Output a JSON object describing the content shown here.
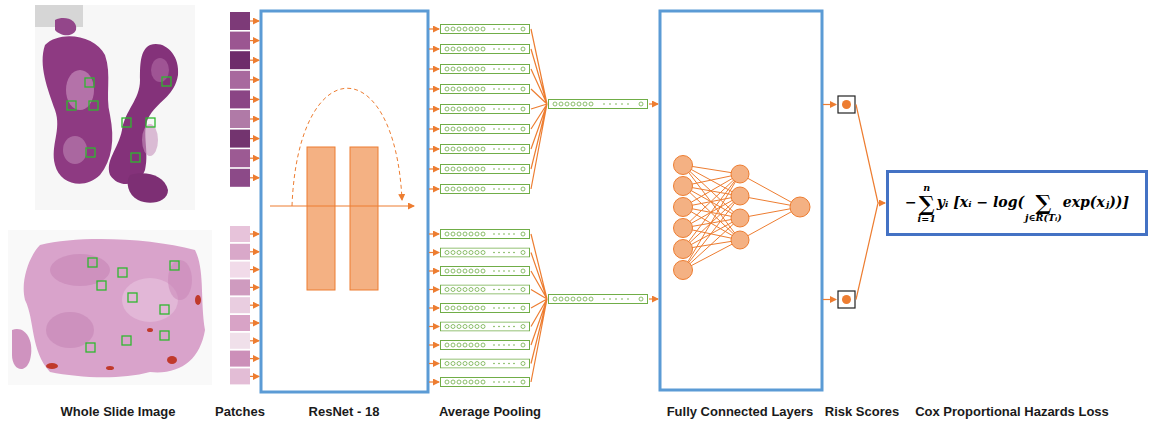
{
  "diagram": {
    "nodes": [
      {
        "text": [
          "−",
          "n",
          "∑",
          "i=1",
          "yᵢ [xᵢ − log(",
          "∑",
          "j∈R(Tᵢ)",
          "exp(xⱼ))]"
        ]
      }
    ],
    "labels": [
      "Whole Slide Image",
      "Patches",
      "ResNet - 18",
      "Average Pooling",
      "Fully Connected Layers",
      "Risk Scores",
      "Cox Proportional Hazards Loss"
    ]
  }
}
